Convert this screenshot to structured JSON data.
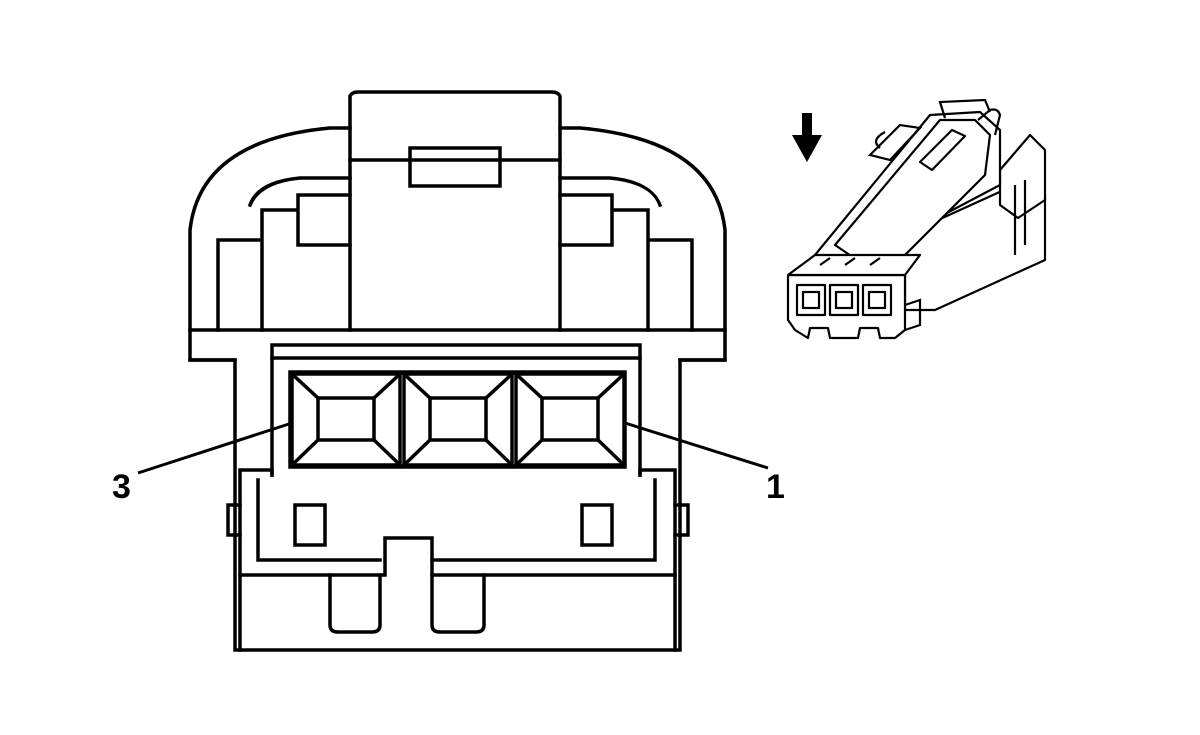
{
  "diagram": {
    "pin_labels": {
      "left": "3",
      "right": "1"
    },
    "cavity_count": 3,
    "stroke_color": "#000000",
    "background_color": "#ffffff",
    "view_direction_icon": "down-arrow-icon"
  }
}
